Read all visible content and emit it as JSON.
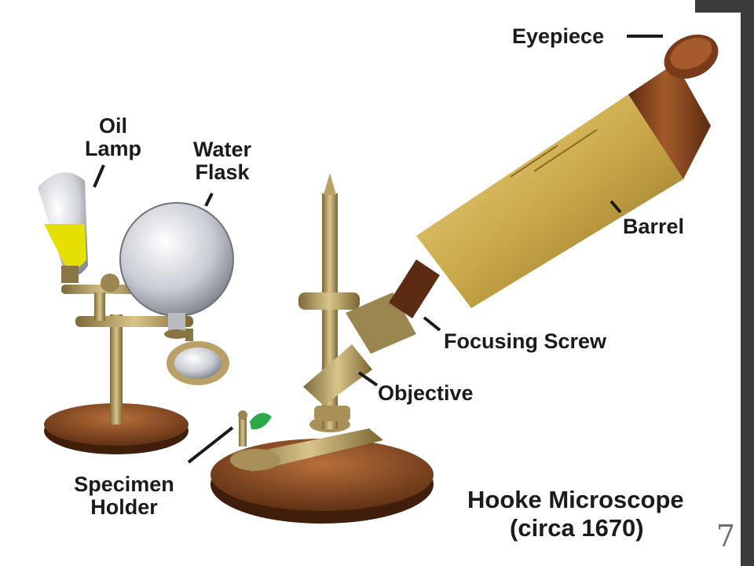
{
  "labels": {
    "eyepiece": "Eyepiece",
    "oil_lamp_line1": "Oil",
    "oil_lamp_line2": "Lamp",
    "water_flask_line1": "Water",
    "water_flask_line2": "Flask",
    "barrel": "Barrel",
    "focusing_screw": "Focusing Screw",
    "objective": "Objective",
    "specimen_holder_line1": "Specimen",
    "specimen_holder_line2": "Holder"
  },
  "title": {
    "line1": "Hooke Microscope",
    "line2": "(circa 1670)"
  },
  "page_number": "7",
  "colors": {
    "sidebar": "#3b3b3b",
    "wood": "#8a4a22",
    "brass": "#b8a060",
    "gold_barrel": "#c9a94a",
    "lamp_oil": "#e6e000",
    "specimen_leaf": "#2aa84a"
  }
}
